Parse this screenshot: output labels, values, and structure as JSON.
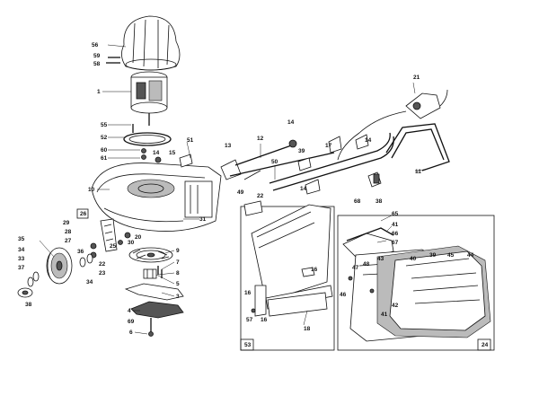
{
  "callouts": [
    {
      "id": "c56",
      "text": "56"
    },
    {
      "id": "c59",
      "text": "59"
    },
    {
      "id": "c58",
      "text": "58"
    },
    {
      "id": "c1",
      "text": "1"
    },
    {
      "id": "c55",
      "text": "55"
    },
    {
      "id": "c52",
      "text": "52"
    },
    {
      "id": "c60",
      "text": "60"
    },
    {
      "id": "c61",
      "text": "61"
    },
    {
      "id": "c14a",
      "text": "14"
    },
    {
      "id": "c15",
      "text": "15"
    },
    {
      "id": "c51",
      "text": "51"
    },
    {
      "id": "c10",
      "text": "10"
    },
    {
      "id": "c31",
      "text": "31"
    },
    {
      "id": "c26",
      "text": "26"
    },
    {
      "id": "c29",
      "text": "29"
    },
    {
      "id": "c28",
      "text": "28"
    },
    {
      "id": "c27",
      "text": "27"
    },
    {
      "id": "c25",
      "text": "25"
    },
    {
      "id": "c20",
      "text": "20"
    },
    {
      "id": "c30",
      "text": "30"
    },
    {
      "id": "c22a",
      "text": "22"
    },
    {
      "id": "c23",
      "text": "23"
    },
    {
      "id": "c35",
      "text": "35"
    },
    {
      "id": "c36",
      "text": "36"
    },
    {
      "id": "c34a",
      "text": "34"
    },
    {
      "id": "c33",
      "text": "33"
    },
    {
      "id": "c37",
      "text": "37"
    },
    {
      "id": "c34b",
      "text": "34"
    },
    {
      "id": "c38",
      "text": "38"
    },
    {
      "id": "c9",
      "text": "9"
    },
    {
      "id": "c7",
      "text": "7"
    },
    {
      "id": "c8",
      "text": "8"
    },
    {
      "id": "c5",
      "text": "5"
    },
    {
      "id": "c3",
      "text": "3"
    },
    {
      "id": "c4",
      "text": "4"
    },
    {
      "id": "c69",
      "text": "69"
    },
    {
      "id": "c6",
      "text": "6"
    },
    {
      "id": "c13",
      "text": "13"
    },
    {
      "id": "c12",
      "text": "12"
    },
    {
      "id": "c14b",
      "text": "14"
    },
    {
      "id": "c50",
      "text": "50"
    },
    {
      "id": "c39",
      "text": "39"
    },
    {
      "id": "c17",
      "text": "17"
    },
    {
      "id": "c14c",
      "text": "14"
    },
    {
      "id": "c21",
      "text": "21"
    },
    {
      "id": "c11",
      "text": "11"
    },
    {
      "id": "c14d",
      "text": "14"
    },
    {
      "id": "c68",
      "text": "68"
    },
    {
      "id": "c38b",
      "text": "38"
    },
    {
      "id": "c49",
      "text": "49"
    },
    {
      "id": "c22b",
      "text": "22"
    },
    {
      "id": "c65",
      "text": "65"
    },
    {
      "id": "c41a",
      "text": "41"
    },
    {
      "id": "c66",
      "text": "66"
    },
    {
      "id": "c67",
      "text": "67"
    },
    {
      "id": "c16a",
      "text": "16"
    },
    {
      "id": "c16b",
      "text": "16"
    },
    {
      "id": "c16c",
      "text": "16"
    },
    {
      "id": "c57",
      "text": "57"
    },
    {
      "id": "c18",
      "text": "18"
    },
    {
      "id": "c53",
      "text": "53"
    },
    {
      "id": "c47",
      "text": "47"
    },
    {
      "id": "c48",
      "text": "48"
    },
    {
      "id": "c43",
      "text": "43"
    },
    {
      "id": "c40",
      "text": "40"
    },
    {
      "id": "c39b",
      "text": "39"
    },
    {
      "id": "c45",
      "text": "45"
    },
    {
      "id": "c44",
      "text": "44"
    },
    {
      "id": "c46",
      "text": "46"
    },
    {
      "id": "c42",
      "text": "42"
    },
    {
      "id": "c41b",
      "text": "41"
    },
    {
      "id": "c24",
      "text": "24"
    }
  ]
}
